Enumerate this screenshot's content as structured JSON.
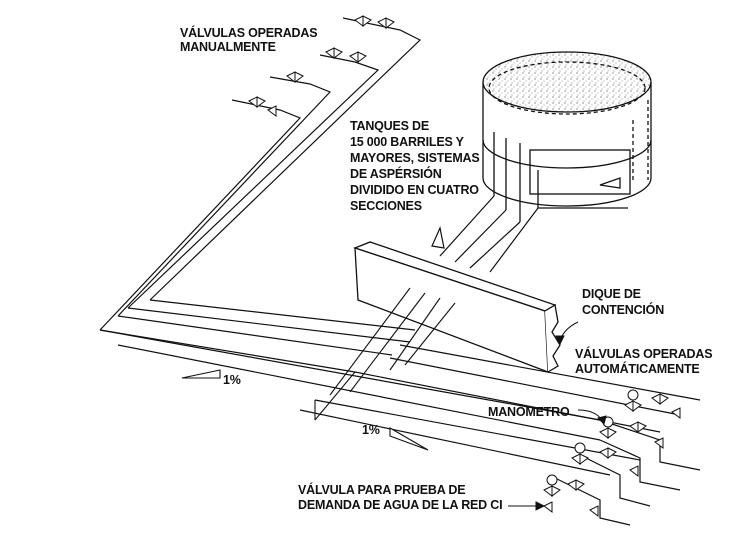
{
  "labels": {
    "manual_valves": [
      "VÁLVULAS OPERADAS",
      "MANUALMENTE"
    ],
    "tanks": [
      "TANQUES DE",
      "15 000 BARRILES Y",
      "MAYORES, SISTEMAS",
      "DE ASPÉRSIÓN",
      "DIVIDIDO EN CUATRO",
      "SECCIONES"
    ],
    "dike": [
      "DIQUE DE",
      "CONTENCIÓN"
    ],
    "auto_valves": [
      "VÁLVULAS OPERADAS",
      "AUTOMÁTICAMENTE"
    ],
    "manometer": "MANÓMETRO",
    "test_valve": [
      "VÁLVULA PARA PRUEBA DE",
      "DEMANDA DE AGUA DE LA RED CI"
    ],
    "slope_1": "1%",
    "slope_2": "1%"
  },
  "colors": {
    "line": "#111111",
    "tank_fill": "#d9d9d9",
    "background": "#ffffff"
  }
}
